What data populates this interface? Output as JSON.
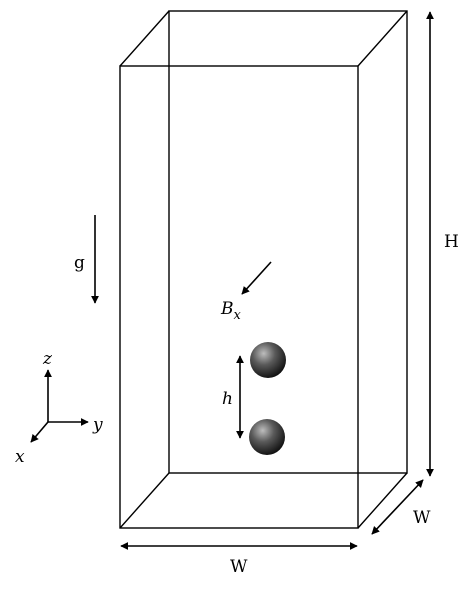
{
  "labels": {
    "height": "H",
    "width_front": "W",
    "width_side": "W",
    "gravity": "g",
    "field_base": "B",
    "field_sub": "x",
    "separation": "h",
    "axis_z": "z",
    "axis_y": "y",
    "axis_x": "x"
  },
  "colors": {
    "stroke": "#000000",
    "sphere_light": "#9a9a9a",
    "sphere_dark": "#151515"
  }
}
